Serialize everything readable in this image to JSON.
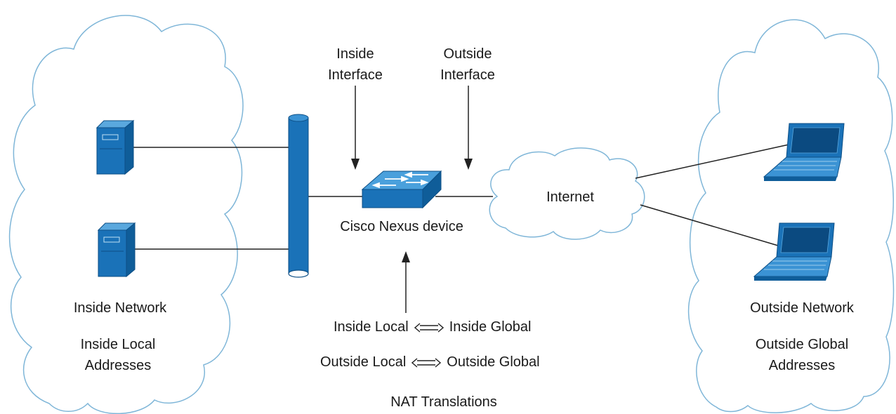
{
  "labels": {
    "inside_interface_1": "Inside",
    "inside_interface_2": "Interface",
    "outside_interface_1": "Outside",
    "outside_interface_2": "Interface",
    "device": "Cisco Nexus device",
    "internet": "Internet",
    "inside_network": "Inside Network",
    "inside_local_1": "Inside Local",
    "inside_local_2": "Addresses",
    "outside_network": "Outside Network",
    "outside_global_1": "Outside Global",
    "outside_global_2": "Addresses",
    "nat_row1_left": "Inside Local",
    "nat_row1_right": "Inside Global",
    "nat_row2_left": "Outside Local",
    "nat_row2_right": "Outside Global",
    "nat_title": "NAT Translations"
  },
  "colors": {
    "device_blue": "#1a72b8",
    "device_blue_light": "#3b93d4",
    "cloud_outline": "#7fb6d8",
    "line": "#222222"
  }
}
